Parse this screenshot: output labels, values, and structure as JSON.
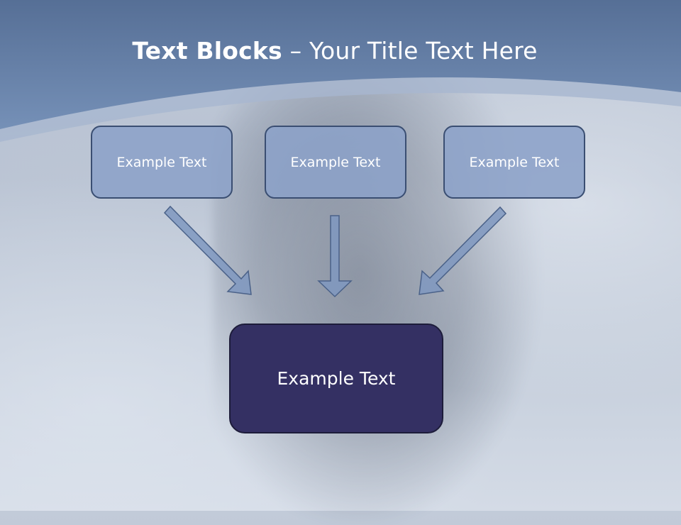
{
  "title": {
    "bold": "Text Blocks",
    "dash": "–",
    "rest": "Your Title Text Here"
  },
  "boxes": {
    "left": "Example Text",
    "center": "Example Text",
    "right": "Example Text",
    "bottom": "Example Text"
  },
  "colors": {
    "header": "#6d86ad",
    "small_box_fill": "#8ca2c8",
    "small_box_border": "#3a4e72",
    "bottom_box_fill": "#343063",
    "arrow_fill": "#7f98c0"
  }
}
